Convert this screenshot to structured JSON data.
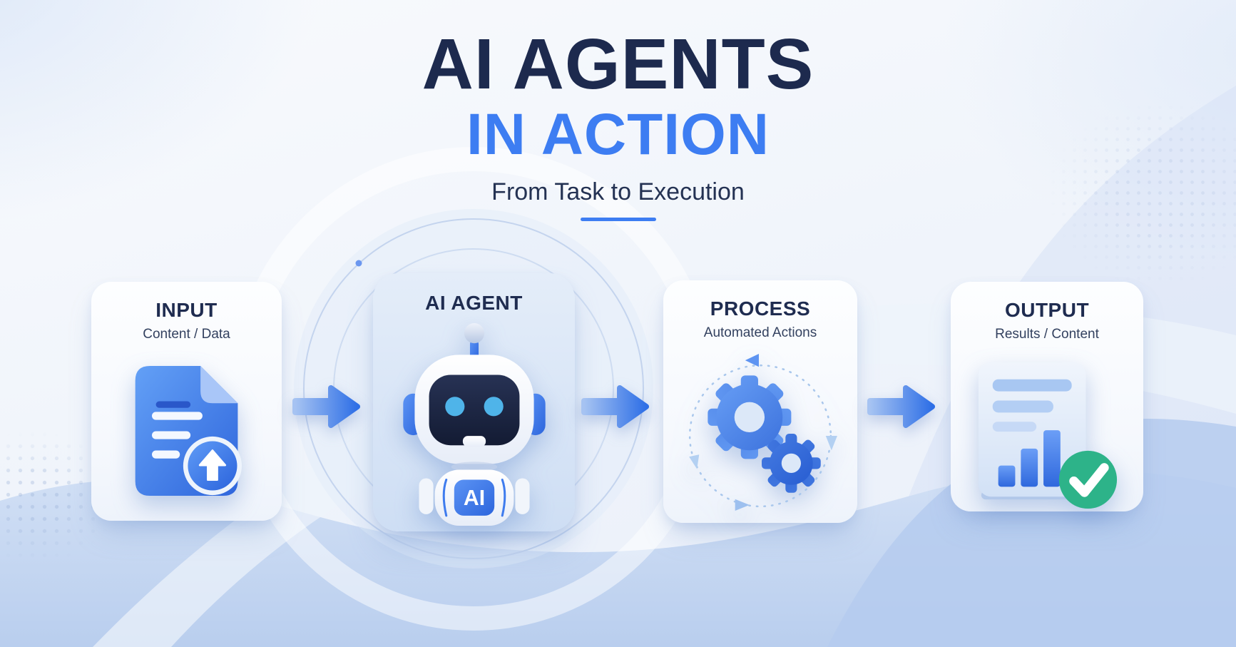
{
  "header": {
    "title_line1": "AI AGENTS",
    "title_line2": "IN ACTION",
    "subtitle": "From Task to Execution"
  },
  "cards": [
    {
      "title": "INPUT",
      "subtitle": "Content / Data",
      "icon": "document-upload-icon"
    },
    {
      "title": "AI AGENT",
      "badge_label": "AI",
      "icon": "robot-icon"
    },
    {
      "title": "PROCESS",
      "subtitle": "Automated Actions",
      "icon": "gears-cycle-icon"
    },
    {
      "title": "OUTPUT",
      "subtitle": "Results / Content",
      "icon": "report-check-icon"
    }
  ],
  "colors": {
    "title_navy": "#1d2a4e",
    "accent_blue": "#3d7df2",
    "card_title": "#1f2c50",
    "card_subtitle": "#33415f",
    "arrow_blue": "#2e6fe6",
    "gear_blue": "#3b76ea",
    "doc_blue": "#3f7cee",
    "eye_cyan": "#4fb4e9",
    "robot_face_navy": "#1c2440",
    "success_green": "#2db389",
    "wave_blue": "#c6d8f2"
  }
}
